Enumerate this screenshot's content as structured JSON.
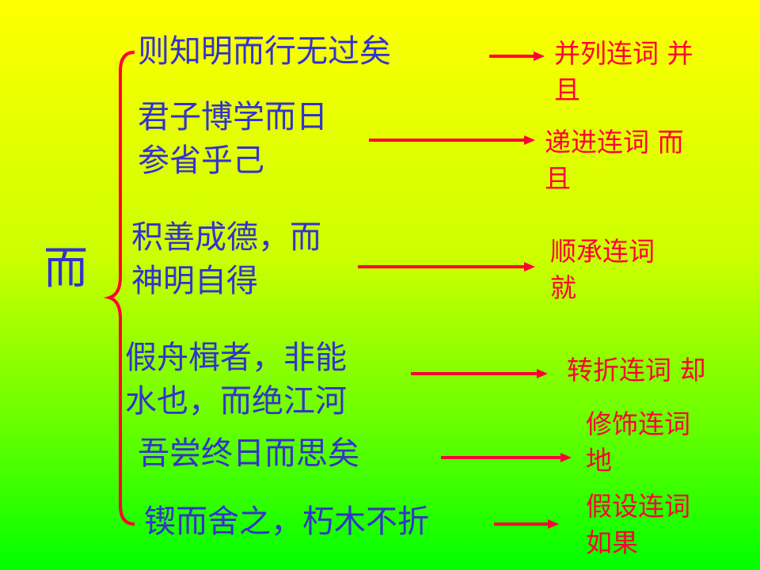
{
  "root_char": "而",
  "colors": {
    "sentence": "#3333cc",
    "usage": "#ff0033",
    "bracket": "#ff0033",
    "arrow": "#ff0033"
  },
  "items": [
    {
      "sentence": [
        "则知明而行无过矣"
      ],
      "usage": [
        "并列连词 并",
        "且"
      ]
    },
    {
      "sentence": [
        "君子博学而日",
        "参省乎己"
      ],
      "usage": [
        "递进连词 而",
        "且"
      ]
    },
    {
      "sentence": [
        "积善成德，而",
        "神明自得"
      ],
      "usage": [
        "顺承连词",
        "就"
      ]
    },
    {
      "sentence": [
        "假舟楫者，非能",
        "水也，而绝江河"
      ],
      "usage": [
        "转折连词 却"
      ]
    },
    {
      "sentence": [
        "吾尝终日而思矣"
      ],
      "usage": [
        "修饰连词",
        "地"
      ]
    },
    {
      "sentence": [
        "锲而舍之，朽木不折"
      ],
      "usage": [
        "假设连词",
        "如果"
      ]
    }
  ]
}
